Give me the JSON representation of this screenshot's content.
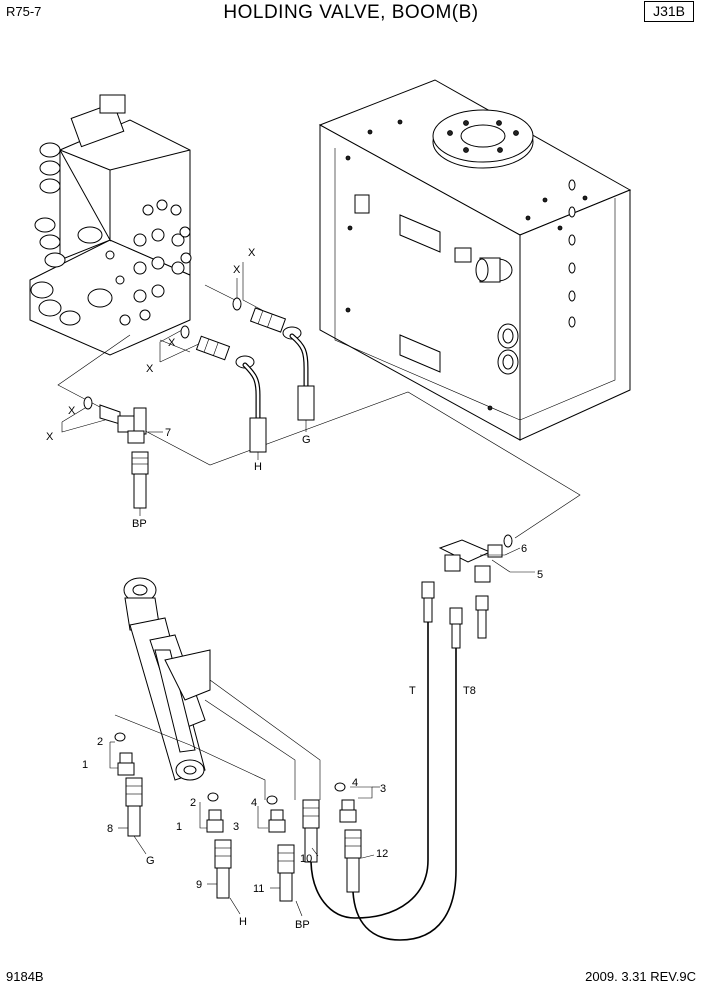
{
  "header": {
    "model": "R75-7",
    "title": "HOLDING VALVE, BOOM(B)",
    "page_code": "J31B"
  },
  "footer": {
    "doc_number": "9184B",
    "revision": "2009. 3.31 REV.9C"
  },
  "callouts": {
    "x1": "X",
    "x2": "X",
    "x3": "X",
    "x4": "X",
    "x5": "X",
    "x6": "X",
    "n7": "7",
    "bp_top": "BP",
    "h_top": "H",
    "g_top": "G",
    "n6": "6",
    "n5": "5",
    "t": "T",
    "t8": "T8",
    "n2a": "2",
    "n1a": "1",
    "n8": "8",
    "g_bottom": "G",
    "n2b": "2",
    "n1b": "1",
    "n9": "9",
    "h_bottom": "H",
    "n4a": "4",
    "n3a": "3",
    "n11": "11",
    "bp_bottom": "BP",
    "n4b": "4",
    "n3b": "3",
    "n10": "10",
    "n12": "12"
  }
}
